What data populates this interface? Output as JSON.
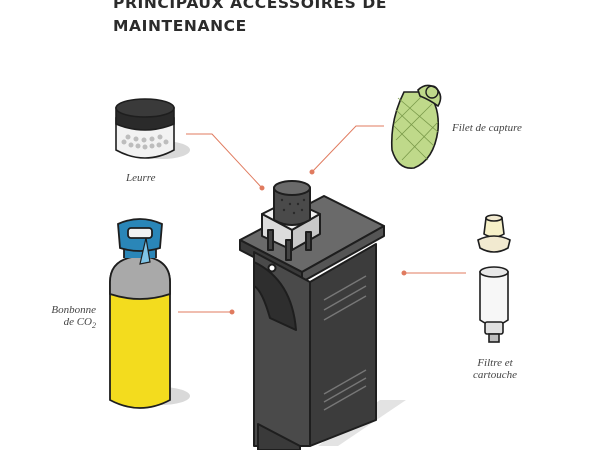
{
  "title": {
    "line1": "PRINCIPAUX ACCESSOIRES DE",
    "line2": "MAINTENANCE"
  },
  "labels": {
    "lure": "Leurre",
    "net": "Filet de capture",
    "co2_line1": "Bonbonne",
    "co2_line2": "de CO",
    "co2_sub": "2",
    "filter_line1": "Filtre et",
    "filter_line2": "cartouche"
  },
  "colors": {
    "leader": "#e07b5f",
    "cylinder_yellow": "#f3dc1e",
    "valve_blue": "#2a86b8",
    "net_green": "#bfd98a",
    "machine_dark": "#4a4a4a",
    "outline": "#1e1e1e"
  }
}
